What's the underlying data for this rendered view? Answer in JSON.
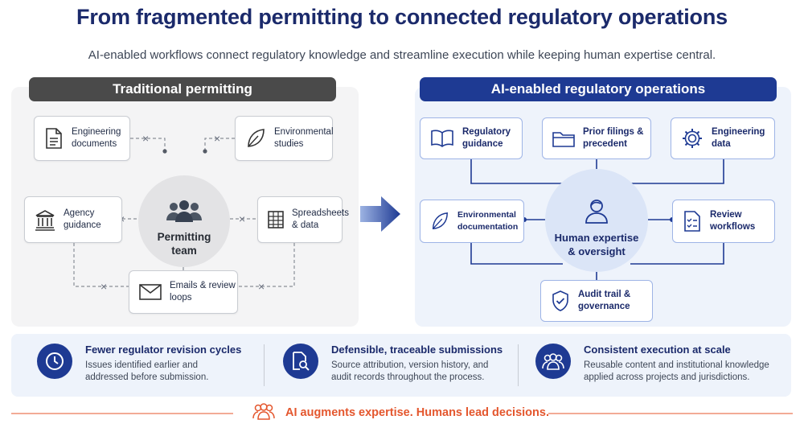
{
  "title": "From fragmented permitting to connected regulatory operations",
  "subtitle": "AI-enabled workflows connect regulatory knowledge and streamline execution while keeping human expertise central.",
  "traditional": {
    "header": "Traditional permitting",
    "hub": "Permitting\nteam",
    "items": [
      {
        "label": "Engineering\ndocuments",
        "icon": "document-icon"
      },
      {
        "label": "Environmental\nstudies",
        "icon": "leaf-icon"
      },
      {
        "label": "Agency\nguidance",
        "icon": "government-building-icon"
      },
      {
        "label": "Spreadsheets\n& data",
        "icon": "spreadsheet-icon"
      },
      {
        "label": "Emails & review\nloops",
        "icon": "email-icon"
      }
    ],
    "broken_link_marker": "×"
  },
  "ai": {
    "header": "AI-enabled regulatory operations",
    "hub": "Human expertise\n& oversight",
    "items": [
      {
        "label": "Regulatory\nguidance",
        "icon": "book-icon"
      },
      {
        "label": "Prior filings &\nprecedent",
        "icon": "folder-icon"
      },
      {
        "label": "Engineering\ndata",
        "icon": "gear-icon"
      },
      {
        "label": "Environmental\ndocumentation",
        "icon": "leaf-icon"
      },
      {
        "label": "Review\nworkflows",
        "icon": "checklist-icon"
      },
      {
        "label": "Audit trail &\ngovernance",
        "icon": "shield-check-icon"
      }
    ]
  },
  "benefits": [
    {
      "title": "Fewer regulator revision cycles",
      "body": "Issues identified earlier and\naddressed before submission.",
      "icon": "clock-icon"
    },
    {
      "title": "Defensible, traceable submissions",
      "body": "Source attribution, version history, and\naudit records throughout the process.",
      "icon": "document-search-icon"
    },
    {
      "title": "Consistent execution at scale",
      "body": "Reusable content and institutional knowledge\napplied across projects and jurisdictions.",
      "icon": "team-icon"
    }
  ],
  "tagline": "AI augments expertise. Humans lead decisions.",
  "colors": {
    "navy": "#1b2a6b",
    "royal_blue": "#1e3a93",
    "dark_gray": "#4a4a4a",
    "accent_orange": "#e4572e"
  }
}
